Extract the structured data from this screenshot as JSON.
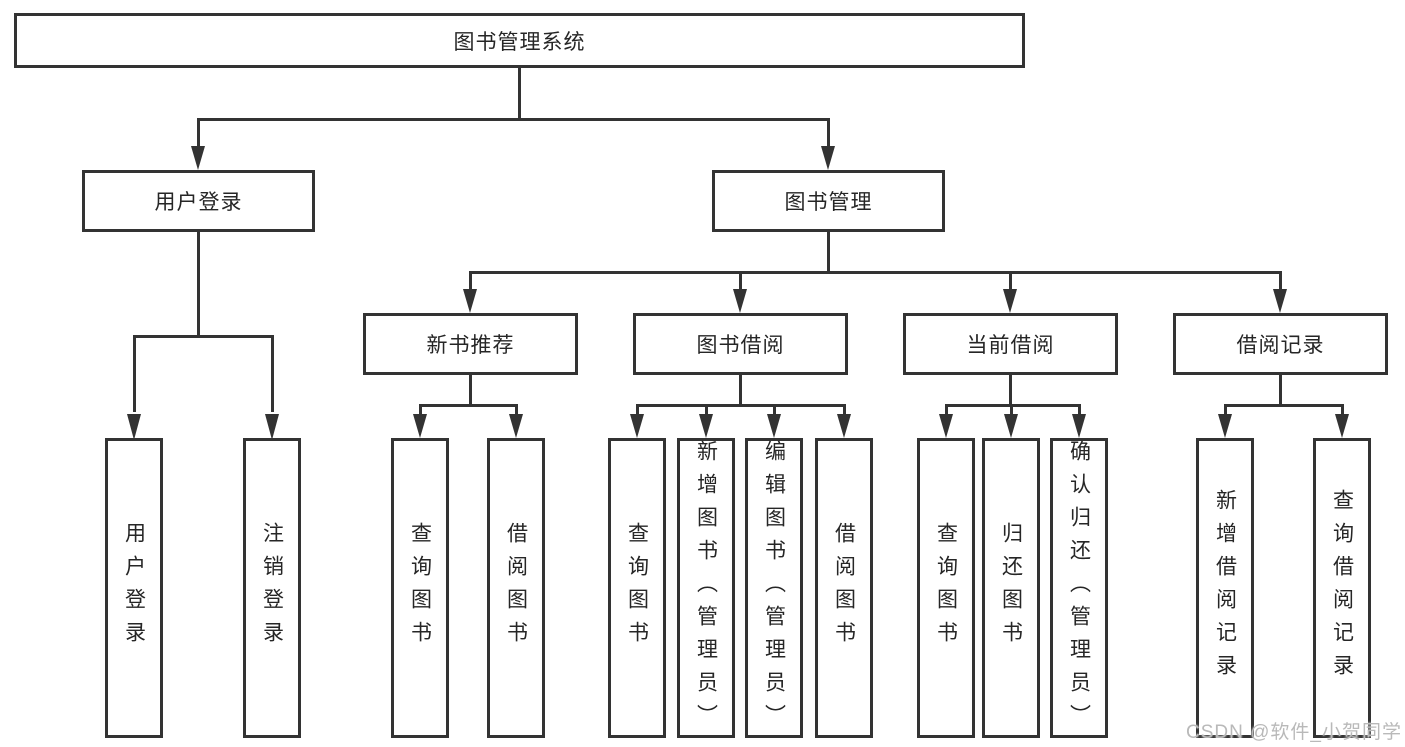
{
  "colors": {
    "line": "#333333",
    "text": "#262626",
    "box_background": "#ffffff",
    "page_background": "#ffffff",
    "watermark": "#b9b9b9"
  },
  "tree": {
    "root": {
      "label": "图书管理系统"
    },
    "branches": [
      {
        "label": "用户登录",
        "leaves": [
          {
            "label": "用户登录"
          },
          {
            "label": "注销登录"
          }
        ]
      },
      {
        "label": "图书管理",
        "groups": [
          {
            "label": "新书推荐",
            "leaves": [
              {
                "label": "查询图书"
              },
              {
                "label": "借阅图书"
              }
            ]
          },
          {
            "label": "图书借阅",
            "leaves": [
              {
                "label": "查询图书"
              },
              {
                "label": "新增图书（管理员）"
              },
              {
                "label": "编辑图书（管理员）"
              },
              {
                "label": "借阅图书"
              }
            ]
          },
          {
            "label": "当前借阅",
            "leaves": [
              {
                "label": "查询图书"
              },
              {
                "label": "归还图书"
              },
              {
                "label": "确认归还（管理员）"
              }
            ]
          },
          {
            "label": "借阅记录",
            "leaves": [
              {
                "label": "新增借阅记录"
              },
              {
                "label": "查询借阅记录"
              }
            ]
          }
        ]
      }
    ]
  },
  "watermark": {
    "text": "CSDN @软件_小贺同学"
  }
}
